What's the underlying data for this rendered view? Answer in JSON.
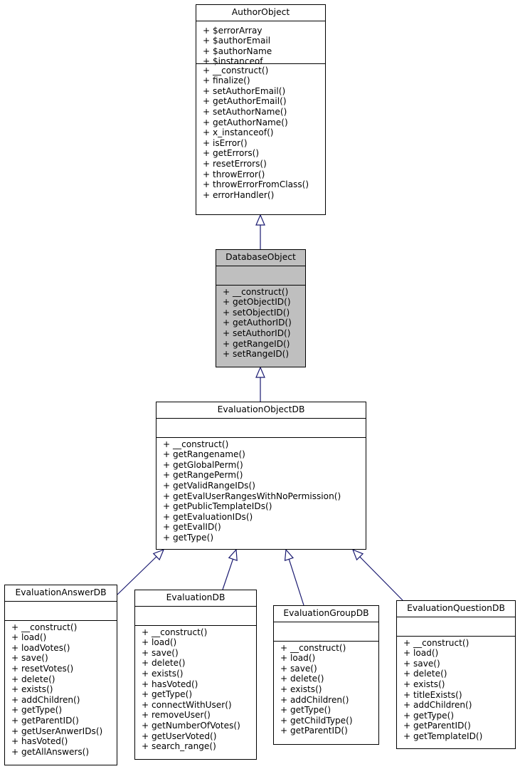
{
  "diagram": {
    "classes": {
      "author_object": {
        "name": "AuthorObject",
        "attributes": [
          "+ $errorArray",
          "+ $authorEmail",
          "+ $authorName",
          "+ $instanceof"
        ],
        "methods": [
          "+ __construct()",
          "+ finalize()",
          "+ setAuthorEmail()",
          "+ getAuthorEmail()",
          "+ setAuthorName()",
          "+ getAuthorName()",
          "+ x_instanceof()",
          "+ isError()",
          "+ getErrors()",
          "+ resetErrors()",
          "+ throwError()",
          "+ throwErrorFromClass()",
          "+ errorHandler()"
        ]
      },
      "database_object": {
        "name": "DatabaseObject",
        "attributes": [],
        "methods": [
          "+ __construct()",
          "+ getObjectID()",
          "+ setObjectID()",
          "+ getAuthorID()",
          "+ setAuthorID()",
          "+ getRangeID()",
          "+ setRangeID()"
        ]
      },
      "evaluation_object_db": {
        "name": "EvaluationObjectDB",
        "attributes": [],
        "methods": [
          "+ __construct()",
          "+ getRangename()",
          "+ getGlobalPerm()",
          "+ getRangePerm()",
          "+ getValidRangeIDs()",
          "+ getEvalUserRangesWithNoPermission()",
          "+ getPublicTemplateIDs()",
          "+ getEvaluationIDs()",
          "+ getEvalID()",
          "+ getType()"
        ]
      },
      "evaluation_answer_db": {
        "name": "EvaluationAnswerDB",
        "attributes": [],
        "methods": [
          "+ __construct()",
          "+ load()",
          "+ loadVotes()",
          "+ save()",
          "+ resetVotes()",
          "+ delete()",
          "+ exists()",
          "+ addChildren()",
          "+ getType()",
          "+ getParentID()",
          "+ getUserAnwerIDs()",
          "+ hasVoted()",
          "+ getAllAnswers()"
        ]
      },
      "evaluation_db": {
        "name": "EvaluationDB",
        "attributes": [],
        "methods": [
          "+ __construct()",
          "+ load()",
          "+ save()",
          "+ delete()",
          "+ exists()",
          "+ hasVoted()",
          "+ getType()",
          "+ connectWithUser()",
          "+ removeUser()",
          "+ getNumberOfVotes()",
          "+ getUserVoted()",
          "+ search_range()"
        ]
      },
      "evaluation_group_db": {
        "name": "EvaluationGroupDB",
        "attributes": [],
        "methods": [
          "+ __construct()",
          "+ load()",
          "+ save()",
          "+ delete()",
          "+ exists()",
          "+ addChildren()",
          "+ getType()",
          "+ getChildType()",
          "+ getParentID()"
        ]
      },
      "evaluation_question_db": {
        "name": "EvaluationQuestionDB",
        "attributes": [],
        "methods": [
          "+ __construct()",
          "+ load()",
          "+ save()",
          "+ delete()",
          "+ exists()",
          "+ titleExists()",
          "+ addChildren()",
          "+ getType()",
          "+ getParentID()",
          "+ getTemplateID()"
        ]
      }
    },
    "highlighted_class": "database_object",
    "inheritance": [
      {
        "child": "database_object",
        "parent": "author_object"
      },
      {
        "child": "evaluation_object_db",
        "parent": "database_object"
      },
      {
        "child": "evaluation_answer_db",
        "parent": "evaluation_object_db"
      },
      {
        "child": "evaluation_db",
        "parent": "evaluation_object_db"
      },
      {
        "child": "evaluation_group_db",
        "parent": "evaluation_object_db"
      },
      {
        "child": "evaluation_question_db",
        "parent": "evaluation_object_db"
      }
    ],
    "colors": {
      "edge": "#191970",
      "highlight_fill": "#bfbfbf",
      "border": "#000000"
    }
  }
}
